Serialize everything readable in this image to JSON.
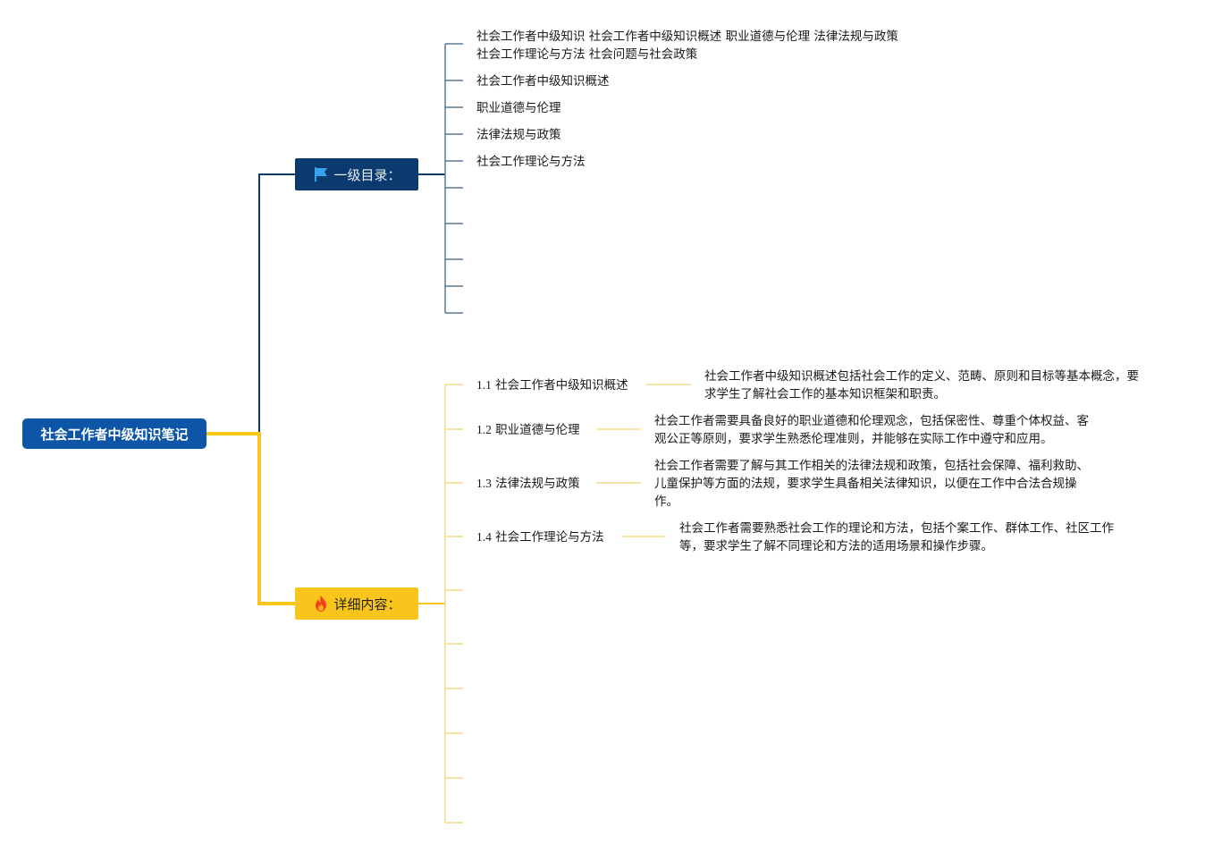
{
  "root": {
    "title": "社会工作者中级知识笔记",
    "color": "#0d55a6"
  },
  "directory": {
    "label": "一级目录：",
    "icon": "flag-icon",
    "color": "#0b3a6e",
    "line_color": "#0b3a6e",
    "sub_line_color": "#5b7895",
    "items": [
      {
        "line1": "社会工作者中级知识 社会工作者中级知识概述 职业道德与伦理 法律法规与政策",
        "line2": "社会工作理论与方法 社会问题与社会政策"
      },
      {
        "line1": "社会工作者中级知识概述",
        "line2": ""
      },
      {
        "line1": "职业道德与伦理",
        "line2": ""
      },
      {
        "line1": "法律法规与政策",
        "line2": ""
      },
      {
        "line1": "社会工作理论与方法",
        "line2": ""
      }
    ]
  },
  "detail": {
    "label": "详细内容：",
    "icon": "fire-icon",
    "color": "#f9c51c",
    "line_color": "#f9c51c",
    "sub_line_color": "#f7dc8a",
    "items": [
      {
        "num": "1.1",
        "title": "社会工作者中级知识概述",
        "desc": "社会工作者中级知识概述包括社会工作的定义、范畴、原则和目标等基本概念，要求学生了解社会工作的基本知识框架和职责。"
      },
      {
        "num": "1.2",
        "title": "职业道德与伦理",
        "desc": "社会工作者需要具备良好的职业道德和伦理观念，包括保密性、尊重个体权益、客观公正等原则，要求学生熟悉伦理准则，并能够在实际工作中遵守和应用。"
      },
      {
        "num": "1.3",
        "title": "法律法规与政策",
        "desc": "社会工作者需要了解与其工作相关的法律法规和政策，包括社会保障、福利救助、儿童保护等方面的法规，要求学生具备相关法律知识，以便在工作中合法合规操作。"
      },
      {
        "num": "1.4",
        "title": "社会工作理论与方法",
        "desc": "社会工作者需要熟悉社会工作的理论和方法，包括个案工作、群体工作、社区工作等，要求学生了解不同理论和方法的适用场景和操作步骤。"
      }
    ]
  }
}
